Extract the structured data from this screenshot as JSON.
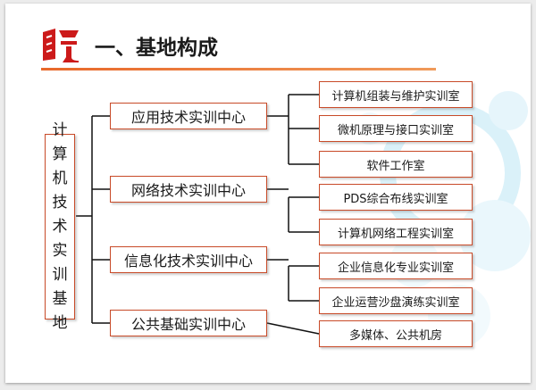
{
  "title": "一、基地构成",
  "root": {
    "chars": [
      "计",
      "算",
      "机",
      "技",
      "术",
      "实",
      "训",
      "基",
      "地"
    ]
  },
  "centers": [
    {
      "label": "应用技术实训中心",
      "labs": [
        "计算机组装与维护实训室",
        "微机原理与接口实训室",
        "软件工作室"
      ]
    },
    {
      "label": "网络技术实训中心",
      "labs": [
        "PDS综合布线实训室",
        "计算机网络工程实训室"
      ]
    },
    {
      "label": "信息化技术实训中心",
      "labs": [
        "企业信息化专业实训室",
        "企业运营沙盘演练实训室"
      ]
    },
    {
      "label": "公共基础实训中心",
      "labs": [
        "多媒体、公共机房"
      ]
    }
  ],
  "colors": {
    "accent": "#e8682a",
    "logo": "#cc1a1a",
    "border": "#c84a28"
  }
}
